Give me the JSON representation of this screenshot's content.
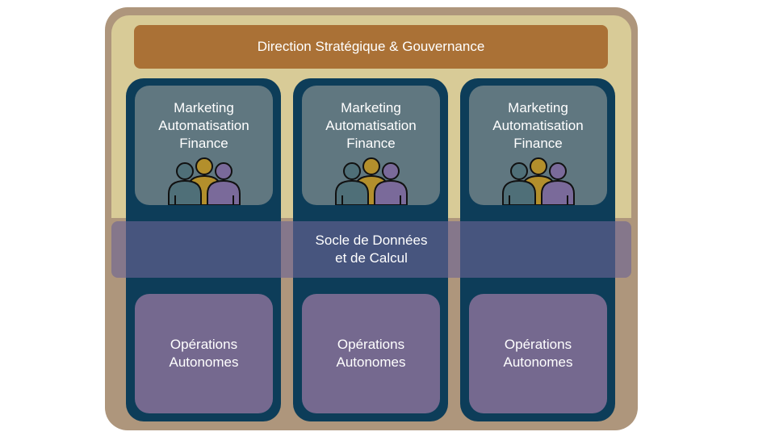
{
  "header": {
    "title": "Direction Stratégique & Gouvernance"
  },
  "columns": [
    {
      "team": {
        "line1": "Marketing",
        "line2": "Automatisation",
        "line3": "Finance"
      },
      "ops": {
        "line1": "Opérations",
        "line2": "Autonomes"
      }
    },
    {
      "team": {
        "line1": "Marketing",
        "line2": "Automatisation",
        "line3": "Finance"
      },
      "ops": {
        "line1": "Opérations",
        "line2": "Autonomes"
      }
    },
    {
      "team": {
        "line1": "Marketing",
        "line2": "Automatisation",
        "line3": "Finance"
      },
      "ops": {
        "line1": "Opérations",
        "line2": "Autonomes"
      }
    }
  ],
  "data_layer": {
    "line1": "Socle de Données",
    "line2": "et de Calcul"
  },
  "icons": {
    "team": "team-people-icon"
  },
  "colors": {
    "outer_frame": "#ae967c",
    "governance_area": "#d8cb97",
    "header_bar": "#aa7136",
    "column": "#0d3d59",
    "team_box": "#607780",
    "ops_box": "#75698f",
    "data_band": "#6c6494",
    "person_left": "#4f6f78",
    "person_center": "#b38f2c",
    "person_right": "#7a6a9a"
  }
}
